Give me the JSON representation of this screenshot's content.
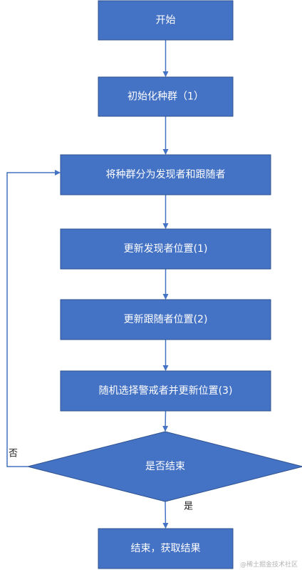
{
  "flowchart": {
    "colors": {
      "box_fill": "#4472C4",
      "box_border": "#2F528F",
      "arrow": "#4472C4",
      "label_text": "#222222",
      "box_text": "#ffffff"
    },
    "nodes": [
      {
        "id": "start",
        "shape": "rect",
        "label": "开始"
      },
      {
        "id": "init",
        "shape": "rect",
        "label": "初始化种群（1）"
      },
      {
        "id": "split",
        "shape": "rect",
        "label": "将种群分为发现者和跟随者"
      },
      {
        "id": "update-discoverer",
        "shape": "rect",
        "label": "更新发现者位置(1)"
      },
      {
        "id": "update-follower",
        "shape": "rect",
        "label": "更新跟随者位置(2)"
      },
      {
        "id": "update-alert",
        "shape": "rect",
        "label": "随机选择警戒者并更新位置(3)"
      },
      {
        "id": "decision",
        "shape": "diamond",
        "label": "是否结束"
      },
      {
        "id": "end",
        "shape": "rect",
        "label": "结束，获取结果"
      }
    ],
    "edges": [
      {
        "from": "start",
        "to": "init",
        "label": ""
      },
      {
        "from": "init",
        "to": "split",
        "label": ""
      },
      {
        "from": "split",
        "to": "update-discoverer",
        "label": ""
      },
      {
        "from": "update-discoverer",
        "to": "update-follower",
        "label": ""
      },
      {
        "from": "update-follower",
        "to": "update-alert",
        "label": ""
      },
      {
        "from": "update-alert",
        "to": "decision",
        "label": ""
      },
      {
        "from": "decision",
        "to": "end",
        "label": "是"
      },
      {
        "from": "decision",
        "to": "split",
        "label": "否"
      }
    ]
  },
  "watermark": "@稀土掘金技术社区"
}
